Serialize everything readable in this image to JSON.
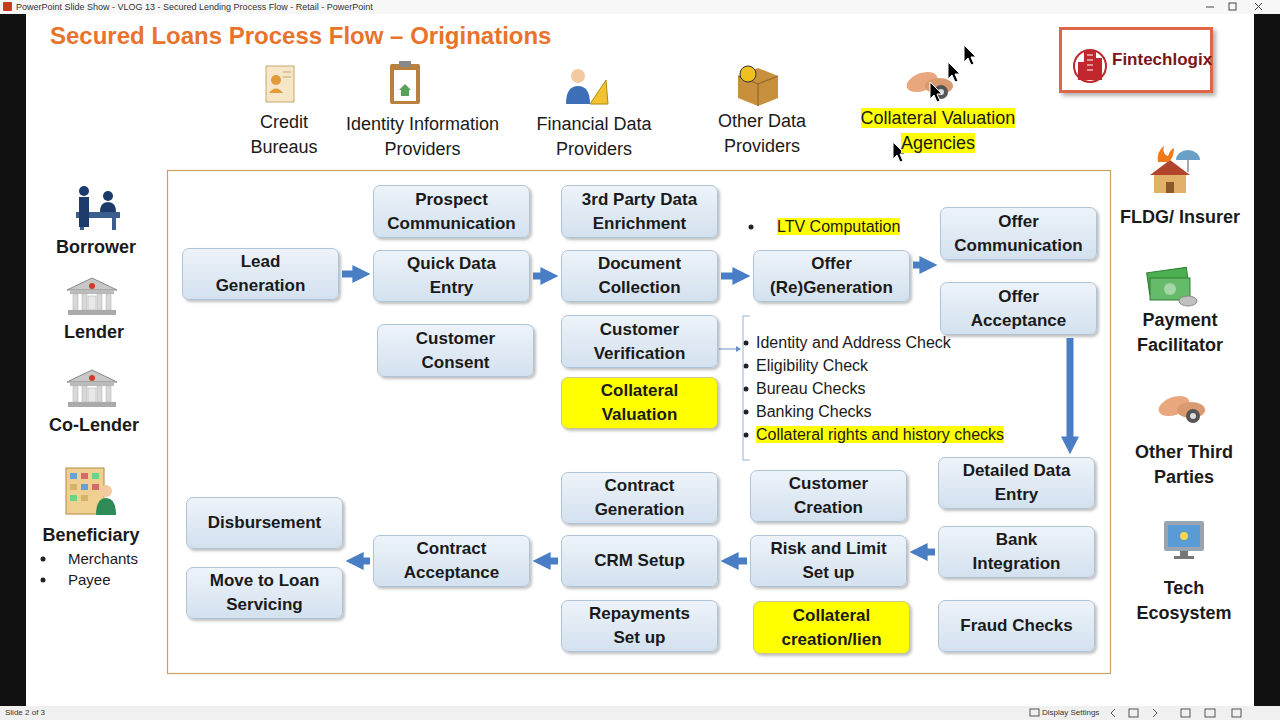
{
  "diagram": {
    "title": "Secured Loans Process Flow – Originations",
    "nodes": [
      {
        "text": [
          "Fintechlogix"
        ]
      },
      {
        "text": [
          "Prospect Communication"
        ]
      },
      {
        "text": [
          "3rd Party Data Enrichment"
        ]
      },
      {
        "text": [
          "Offer Communication"
        ]
      },
      {
        "text": [
          "Lead Generation"
        ]
      },
      {
        "text": [
          "Quick Data Entry"
        ]
      },
      {
        "text": [
          "Document Collection"
        ]
      },
      {
        "text": [
          "Offer (Re)Generation"
        ]
      },
      {
        "text": [
          "Offer Acceptance"
        ]
      },
      {
        "text": [
          "Customer Consent"
        ]
      },
      {
        "text": [
          "Customer Verification"
        ]
      },
      {
        "text": [
          "Collateral Valuation"
        ]
      },
      {
        "text": [
          "Contract Generation"
        ]
      },
      {
        "text": [
          "Customer Creation"
        ]
      },
      {
        "text": [
          "Detailed Data Entry"
        ]
      },
      {
        "text": [
          "Disbursement"
        ]
      },
      {
        "text": [
          "Contract Acceptance"
        ]
      },
      {
        "text": [
          "CRM Setup"
        ]
      },
      {
        "text": [
          "Risk and Limit Set up"
        ]
      },
      {
        "text": [
          "Bank Integration"
        ]
      },
      {
        "text": [
          "Move to Loan Servicing"
        ]
      },
      {
        "text": [
          "Repayments Set up"
        ]
      },
      {
        "text": [
          "Collateral creation/lien"
        ]
      },
      {
        "text": [
          "Fraud Checks"
        ]
      }
    ],
    "edges": [
      {
        "from": 4,
        "to": 5,
        "arrow": "to"
      },
      {
        "from": 5,
        "to": 6,
        "arrow": "to"
      },
      {
        "from": 6,
        "to": 7,
        "arrow": "to"
      },
      {
        "from": 7,
        "to": 3,
        "arrow": "to"
      },
      {
        "from": 8,
        "to": 14,
        "arrow": "to"
      },
      {
        "from": 19,
        "to": 18,
        "arrow": "to"
      },
      {
        "from": 18,
        "to": 17,
        "arrow": "to"
      },
      {
        "from": 17,
        "to": 16,
        "arrow": "to"
      },
      {
        "from": 16,
        "to": 15,
        "arrow": "to"
      }
    ],
    "labels": [
      "PowerPoint Slide Show - VLOG 13 - Secured Lending Process Flow - Retail - PowerPoint",
      "Credit Bureaus",
      "Identity Information Providers",
      "Financial Data Providers",
      "Other Data Providers",
      "Collateral Valuation Agencies",
      "Borrower",
      "Lender",
      "Co-Lender",
      "Beneficiary",
      "Merchants",
      "Payee",
      "FLDG/ Insurer",
      "Payment Facilitator",
      "Other Third Parties",
      "Tech Ecosystem",
      "LTV Computation",
      "Identity and Address Check",
      "Eligibility Check",
      "Bureau Checks",
      "Banking Checks",
      "Collateral rights and history checks",
      "Slide 2 of 3",
      "Display Settings"
    ]
  }
}
